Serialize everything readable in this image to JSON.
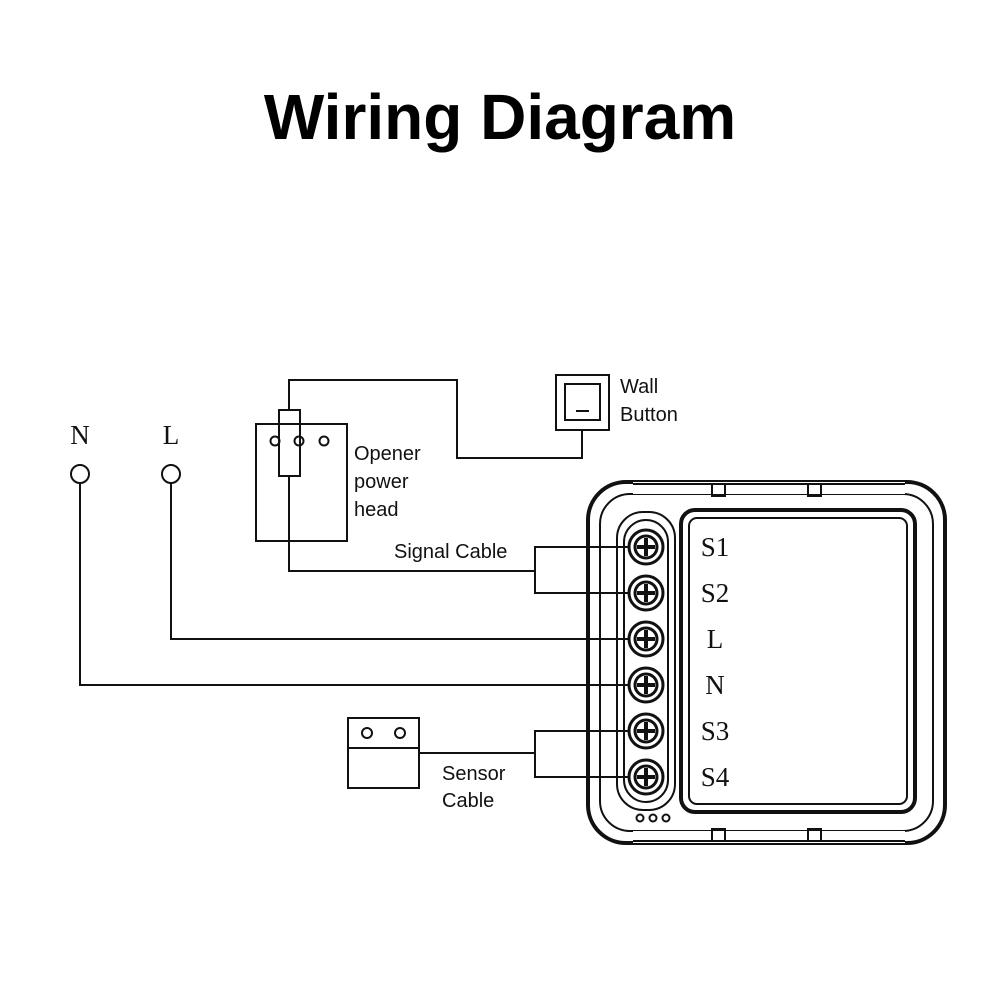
{
  "title": "Wiring Diagram",
  "supply": {
    "n_label": "N",
    "l_label": "L"
  },
  "opener": {
    "label_line1": "Opener",
    "label_line2": "power",
    "label_line3": "head"
  },
  "wall_button": {
    "label_line1": "Wall",
    "label_line2": "Button"
  },
  "signal_cable": {
    "label": "Signal Cable"
  },
  "sensor_cable": {
    "label_line1": "Sensor",
    "label_line2": "Cable"
  },
  "module": {
    "terminals": [
      "S1",
      "S2",
      "L",
      "N",
      "S3",
      "S4"
    ]
  }
}
